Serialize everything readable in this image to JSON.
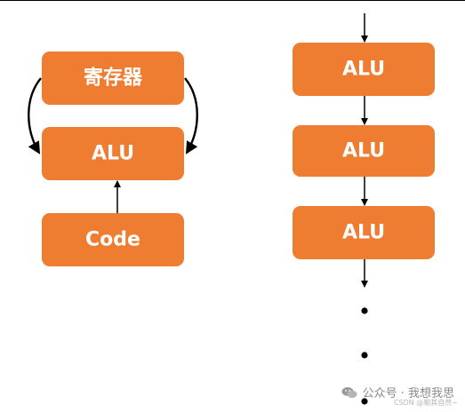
{
  "colors": {
    "box_fill": "#ee7d31",
    "box_text": "#ffffff",
    "arrow": "#000000"
  },
  "left_diagram": {
    "top_box": "寄存器",
    "middle_box": "ALU",
    "bottom_box": "Code"
  },
  "right_diagram": {
    "boxes": [
      "ALU",
      "ALU",
      "ALU"
    ]
  },
  "watermark": {
    "wechat": "公众号 · 我想我思",
    "csdn": "CSDN @顺其自然~"
  }
}
